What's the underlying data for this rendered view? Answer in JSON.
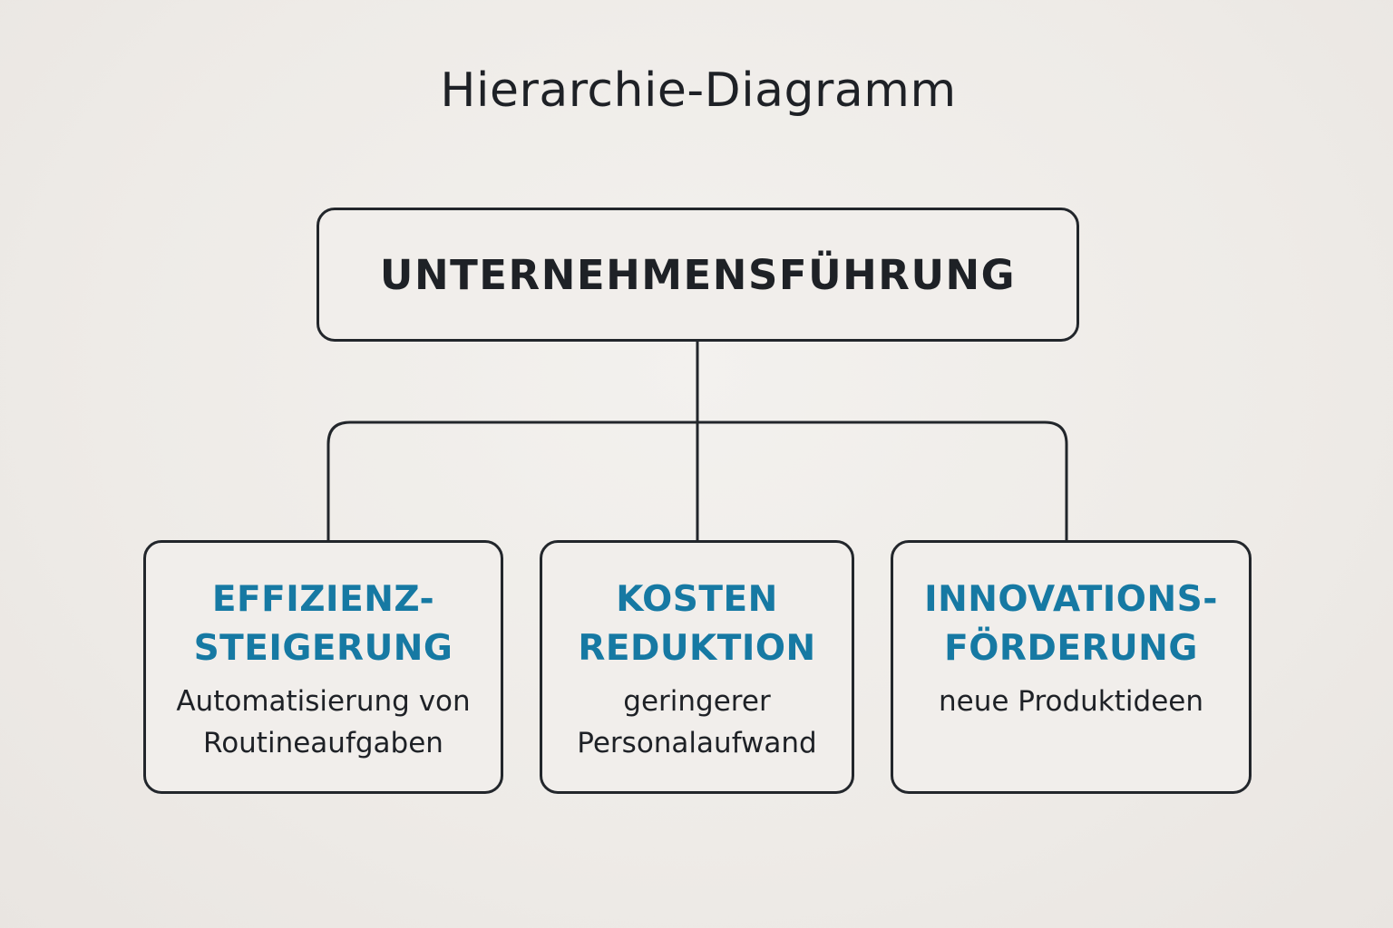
{
  "title": "Hierarchie-Diagramm",
  "root": {
    "label": "UNTERNEHMENSFÜHRUNG"
  },
  "children": [
    {
      "title_line1": "EFFIZIENZ-",
      "title_line2": "STEIGERUNG",
      "desc_line1": "Automatisierung von",
      "desc_line2": "Routineaufgaben"
    },
    {
      "title_line1": "KOSTEN",
      "title_line2": "REDUKTION",
      "desc_line1": "geringerer",
      "desc_line2": "Personalaufwand"
    },
    {
      "title_line1": "INNOVATIONS-",
      "title_line2": "FÖRDERUNG",
      "desc_line1": "neue Produktideen",
      "desc_line2": ""
    }
  ],
  "colors": {
    "background": "#efece8",
    "line": "#22262b",
    "accent": "#1679a3",
    "text": "#1e2126"
  }
}
